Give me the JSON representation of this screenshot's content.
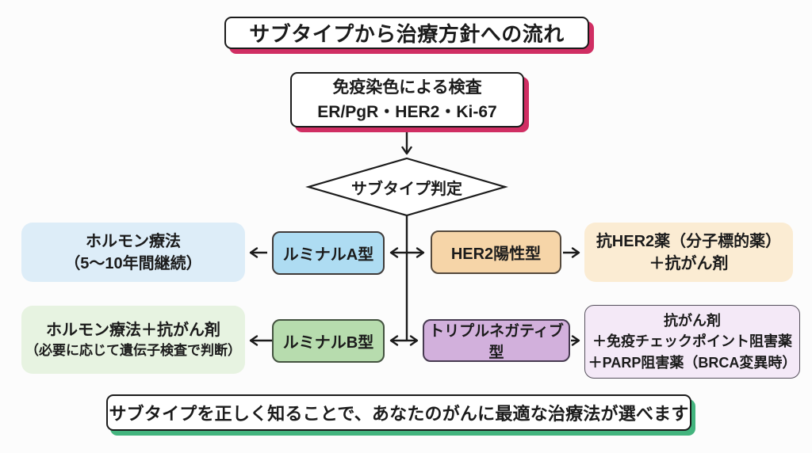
{
  "title": "サブタイプから治療方針への流れ",
  "test_box": {
    "line1": "免疫染色による検査",
    "line2": "ER/PgR・HER2・Ki-67"
  },
  "decision_diamond": "サブタイプ判定",
  "subtypes": {
    "luminal_a": {
      "label": "ルミナルA型",
      "treatment_line1": "ホルモン療法",
      "treatment_line2": "（5〜10年間継続）",
      "node_color": "#aedcf2",
      "treatment_color": "#ddedf8"
    },
    "her2": {
      "label": "HER2陽性型",
      "treatment_line1": "抗HER2薬（分子標的薬）",
      "treatment_line2": "＋抗がん剤",
      "node_color": "#f6d5a8",
      "treatment_color": "#fbecd3"
    },
    "luminal_b": {
      "label": "ルミナルB型",
      "treatment_line1": "ホルモン療法＋抗がん剤",
      "treatment_line2": "（必要に応じて遺伝子検査で判断）",
      "node_color": "#b7dcae",
      "treatment_color": "#e7f3e1"
    },
    "triple_negative": {
      "label": "トリプルネガティブ型",
      "treatment_line1": "抗がん剤",
      "treatment_line2": "＋免疫チェックポイント阻害薬",
      "treatment_line3": "＋PARP阻害薬（BRCA変異時）",
      "node_color": "#d2b0dc",
      "treatment_color": "#f4e9f7"
    }
  },
  "footer": "サブタイプを正しく知ることで、あなたのがんに最適な治療法が選べます",
  "colors": {
    "accent_pink": "#d02e63",
    "accent_green": "#43b47e",
    "line_black": "#1b1b1b"
  }
}
